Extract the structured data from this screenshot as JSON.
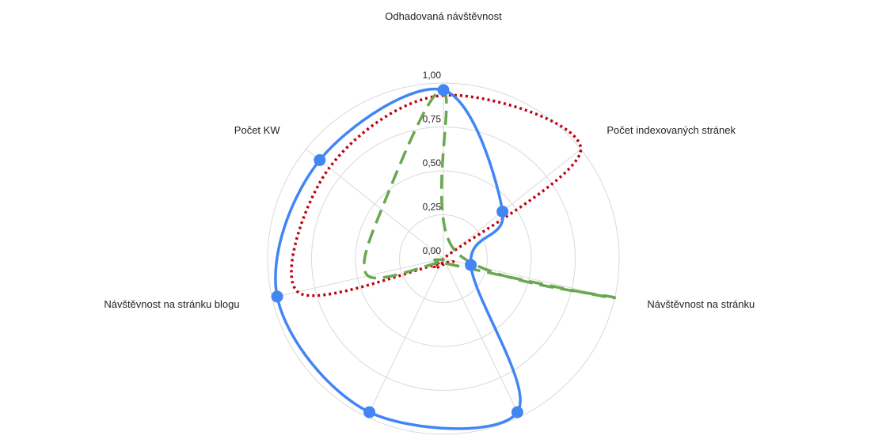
{
  "chart_data": {
    "type": "radar",
    "axes": [
      "Odhadovaná návštěvnost",
      "Počet indexovaných stránek",
      "Návštěvnost na stránku",
      "",
      "",
      "Návštěvnost na stránku blogu",
      "Počet KW"
    ],
    "ticks": [
      "0,00",
      "0,25",
      "0,50",
      "0,75",
      "1,00"
    ],
    "tick_values": [
      0,
      0.25,
      0.5,
      0.75,
      1.0
    ],
    "rlim": [
      0,
      1
    ],
    "grid": true,
    "legend": "none",
    "series": [
      {
        "values": [
          0.96,
          0.43,
          0.16,
          0.97,
          0.97,
          0.97,
          0.9
        ],
        "color": "#4285f4",
        "style": "solid",
        "markers": true
      },
      {
        "values": [
          0.93,
          1.0,
          0.0,
          0.03,
          0.03,
          0.85,
          0.83
        ],
        "color": "#c0000c",
        "style": "dotted",
        "markers": false
      },
      {
        "values": [
          0.96,
          0.08,
          1.0,
          0.03,
          0.02,
          0.44,
          0.45
        ],
        "color": "#6aa84f",
        "style": "dashed",
        "markers": false
      }
    ]
  }
}
